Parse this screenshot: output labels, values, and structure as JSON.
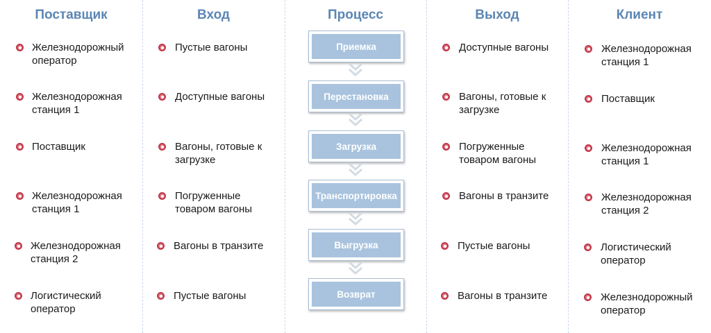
{
  "headers": {
    "supplier": "Поставщик",
    "input": "Вход",
    "process": "Процесс",
    "output": "Выход",
    "client": "Клиент"
  },
  "supplier_items": [
    "Железнодорожный\nоператор",
    "Железнодорожная\nстанция 1",
    "Поставщик",
    "Железнодорожная\nстанция 1",
    "Железнодорожная\nстанция 2",
    "Логистический\nоператор"
  ],
  "input_items": [
    "Пустые вагоны",
    "Доступные вагоны",
    "Вагоны, готовые к\nзагрузке",
    "Погруженные\nтоваром вагоны",
    "Вагоны в транзите",
    "Пустые вагоны"
  ],
  "process_steps": [
    "Приемка",
    "Перестановка",
    "Загрузка",
    "Транспортировка",
    "Выгрузка",
    "Возврат"
  ],
  "output_items": [
    "Доступные вагоны",
    "Вагоны, готовые к\nзагрузке",
    "Погруженные\nтоваром вагоны",
    "Вагоны в транзите",
    "Пустые вагоны",
    "Вагоны в транзите"
  ],
  "client_items": [
    "Железнодорожная\nстанция 1",
    "Поставщик",
    "Железнодорожная\nстанция 1",
    "Железнодорожная\nстанция 2",
    "Логистический\nоператор",
    "Железнодорожный\nоператор"
  ],
  "colors": {
    "header_text": "#5b86b4",
    "process_fill": "#a9c3de",
    "bullet": "#c0374a",
    "divider": "#c9d6e6"
  },
  "icons": {
    "bullet": "bullet-icon",
    "arrow": "chevron-down-icon"
  }
}
